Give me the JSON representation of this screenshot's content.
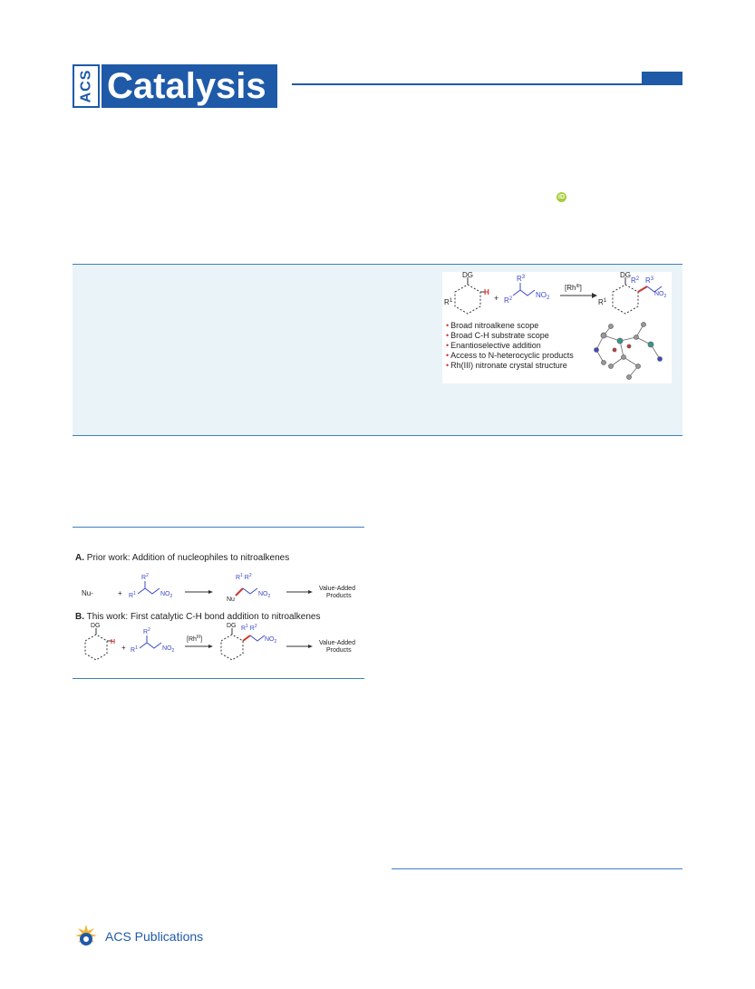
{
  "header": {
    "logo_prefix": "ACS",
    "logo_name": "Catalysis",
    "brand_color": "#1e5aa8"
  },
  "orcid": {
    "label": "iD"
  },
  "toc_graphic": {
    "reagent_dg": "DG",
    "h_label": "H",
    "plus": "+",
    "r1": "R",
    "r1_sup": "1",
    "r2": "R",
    "r2_sup": "2",
    "r3": "R",
    "r3_sup": "3",
    "no2": "NO",
    "no2_sub": "2",
    "catalyst": "[Rh",
    "catalyst_sup": "III",
    "catalyst_close": "]",
    "bullets": [
      "Broad nitroalkene scope",
      "Broad C-H substrate scope",
      "Enantioselective addition",
      "Access to N-heterocyclic products",
      "Rh(III) nitronate crystal structure"
    ]
  },
  "scheme": {
    "part_a_letter": "A.",
    "part_a_title": "Prior work: Addition of nucleophiles to nitroalkenes",
    "part_b_letter": "B.",
    "part_b_title": "This work: First catalytic C-H bond addition to nitroalkenes",
    "nu": "Nu-",
    "nu_short": "Nu",
    "plus": "+",
    "value_added_1": "Value-Added",
    "value_added_2": "Products",
    "dg": "DG",
    "h": "H",
    "catalyst": "[Rh",
    "catalyst_sup": "III",
    "catalyst_close": "]"
  },
  "footer": {
    "publisher": "ACS Publications"
  }
}
